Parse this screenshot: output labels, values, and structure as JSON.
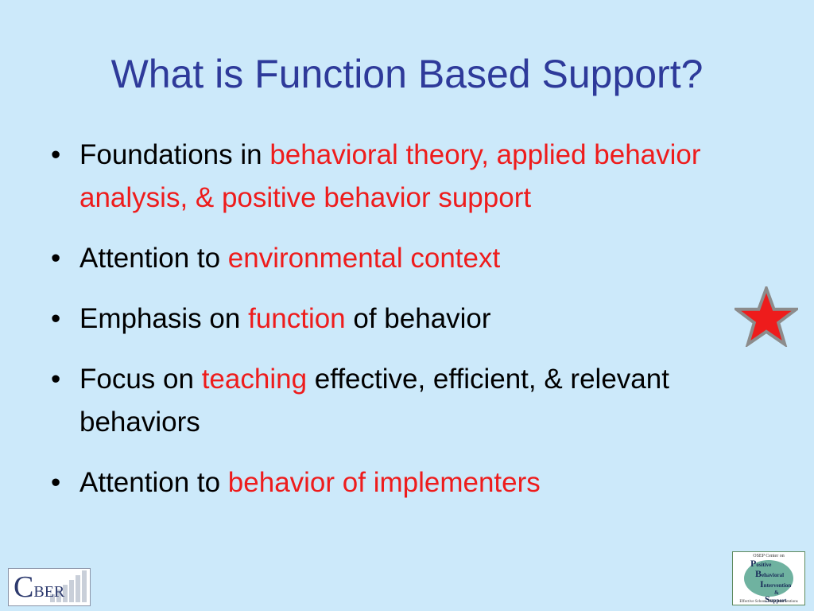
{
  "slide": {
    "title": "What is Function Based Support?",
    "bullets": [
      {
        "plain": "Foundations in ",
        "highlight": "behavioral theory, applied behavior analysis, & positive behavior support",
        "rest": ""
      },
      {
        "plain": "Attention to ",
        "highlight": "environmental context",
        "rest": ""
      },
      {
        "plain": "Emphasis on ",
        "highlight": "function",
        "rest": " of behavior"
      },
      {
        "plain": "Focus on ",
        "highlight": "teaching",
        "rest": " effective, efficient, & relevant behaviors"
      },
      {
        "plain": "Attention to ",
        "highlight": "behavior of implementers",
        "rest": ""
      }
    ]
  },
  "icons": {
    "star": "star-icon"
  },
  "logos": {
    "left": {
      "first": "C",
      "rest": "BER"
    },
    "right": {
      "top": "OSEP Center on",
      "l1": "P",
      "w1": "ositive",
      "l2": "B",
      "w2": "ehavioral",
      "l3": "I",
      "w3": "ntervention",
      "amp": "&",
      "l4": "S",
      "w4": "upport",
      "bottom": "Effective School-Wide Interventions"
    }
  },
  "colors": {
    "background": "#cce9fa",
    "title": "#2e3a9a",
    "highlight": "#ee1c1c",
    "star": "#ee1c1c"
  }
}
